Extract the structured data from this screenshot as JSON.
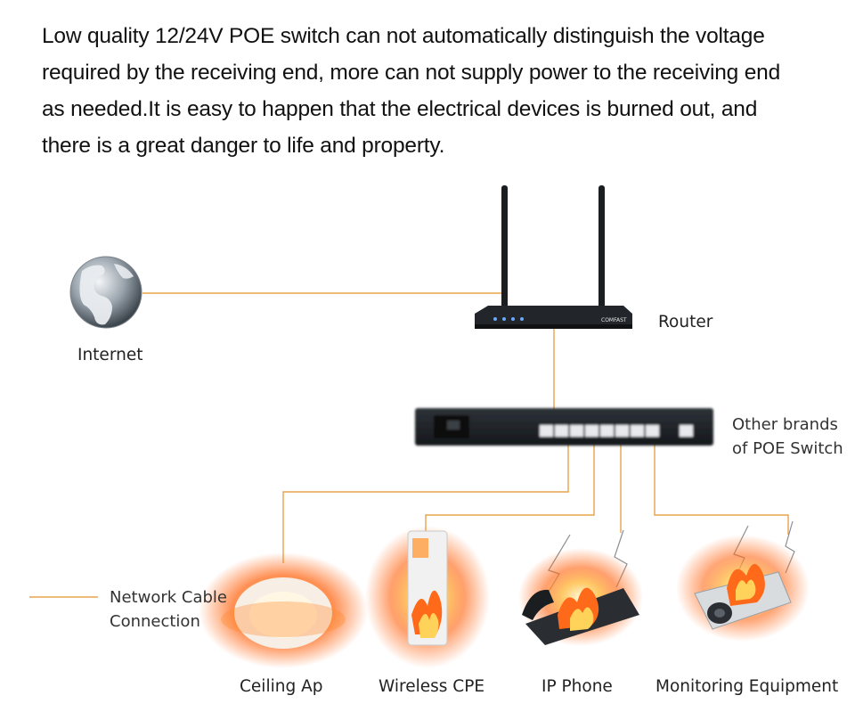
{
  "intro_text": "Low quality 12/24V POE switch can not automatically distinguish the voltage required by the receiving end, more can not supply power to the receiving end as needed.It is easy to happen that the electrical devices is burned out, and there is a great danger to life and property.",
  "nodes": {
    "internet": "Internet",
    "router": "Router",
    "router_brand": "COMFAST",
    "switch_line1": "Other brands",
    "switch_line2": "of POE Switch",
    "ceiling_ap": "Ceiling Ap",
    "wireless_cpe": "Wireless CPE",
    "ip_phone": "IP Phone",
    "monitoring": "Monitoring Equipment"
  },
  "legend": {
    "line1": "Network Cable",
    "line2": "Connection"
  },
  "colors": {
    "cable": "#e8a34a",
    "device_dark": "#1e2226",
    "fire": "#ff6a1a"
  }
}
